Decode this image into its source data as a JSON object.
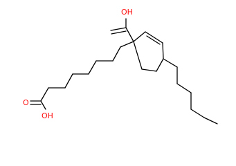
{
  "molecule": {
    "labels": {
      "top_acid": "OH",
      "bottom_acid_carbonyl": "O",
      "bottom_acid_hydroxyl": "OH"
    },
    "colors": {
      "bond": "#000000",
      "oxygen": "#ff0d0d",
      "background": "#ffffff"
    }
  }
}
